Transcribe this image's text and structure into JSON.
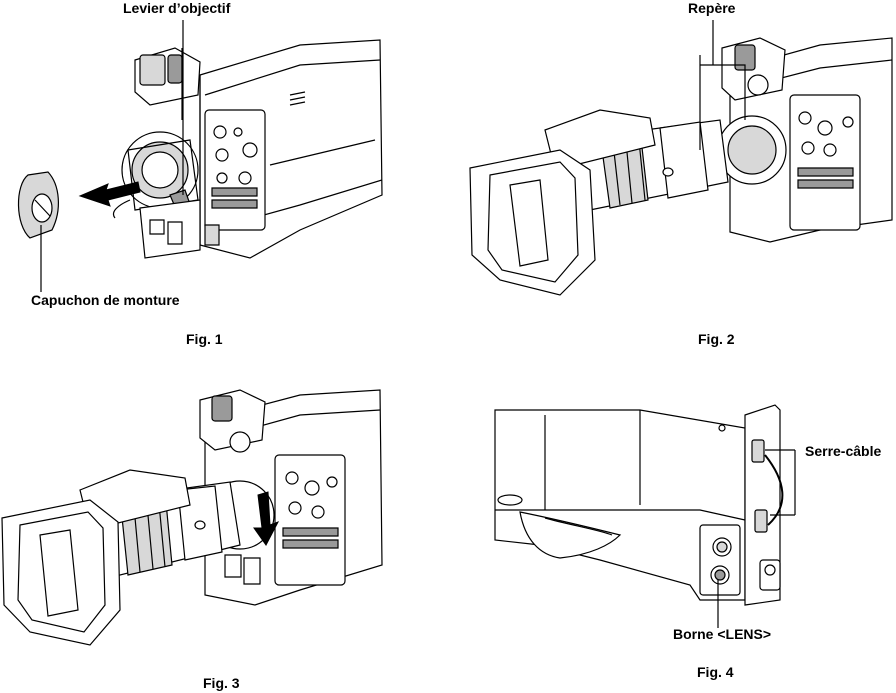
{
  "figures": [
    {
      "caption": "Fig. 1",
      "callouts": [
        "Levier d’objectif",
        "Capuchon de monture"
      ]
    },
    {
      "caption": "Fig. 2",
      "callouts": [
        "Repère"
      ]
    },
    {
      "caption": "Fig. 3",
      "callouts": []
    },
    {
      "caption": "Fig. 4",
      "callouts": [
        "Serre-câble",
        "Borne <LENS>"
      ]
    }
  ]
}
